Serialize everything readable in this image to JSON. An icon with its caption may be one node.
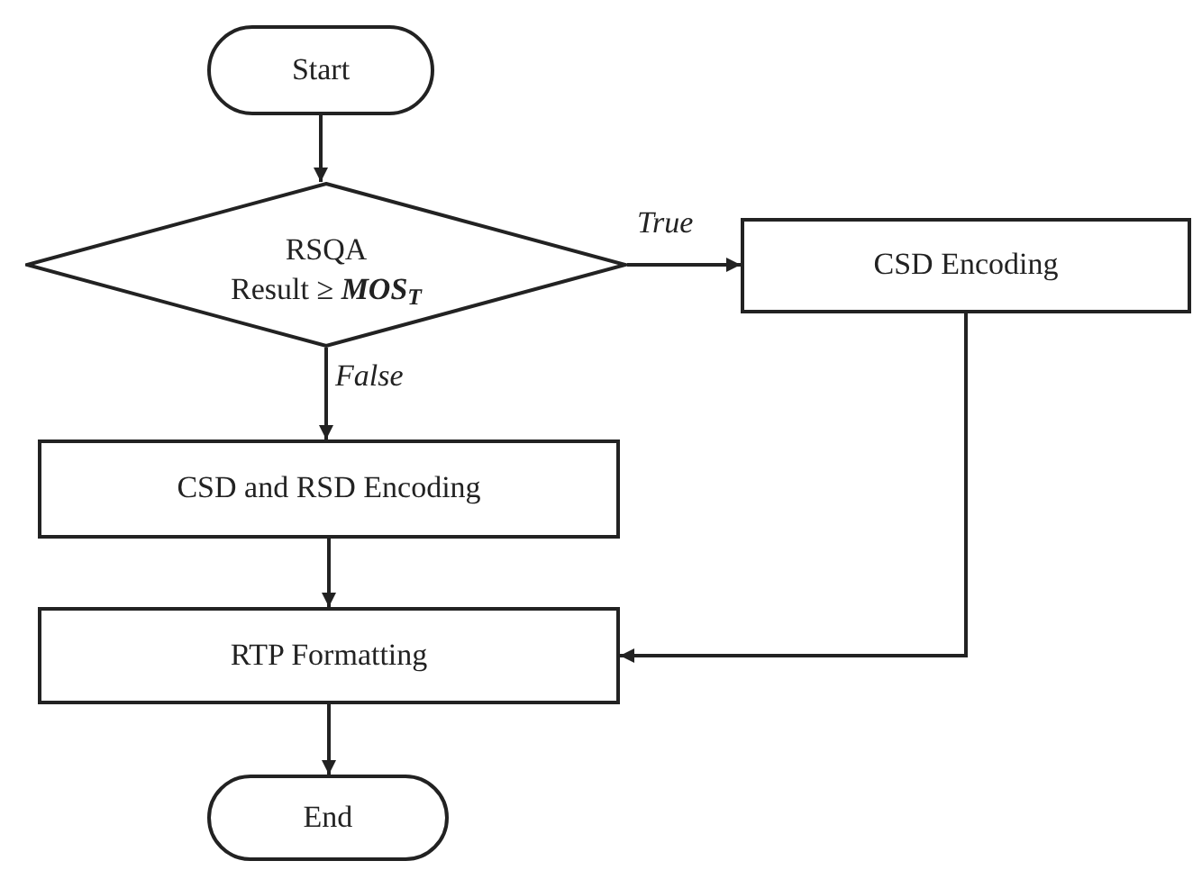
{
  "diagram": {
    "nodes": [
      {
        "text": [
          "Start"
        ]
      },
      {
        "text": [
          "RSQA",
          "Result ≥ **MOS**$_{T}$"
        ]
      },
      {
        "text": [
          "CSD Encoding"
        ]
      },
      {
        "text": [
          "CSD and RSD Encoding"
        ]
      },
      {
        "text": [
          "RTP Formatting"
        ]
      },
      {
        "text": [
          "End"
        ]
      }
    ],
    "edges": [
      {
        "from": 0,
        "to": 1,
        "arrow": "to"
      },
      {
        "from": 1,
        "to": 2,
        "arrow": "to",
        "label": "True"
      },
      {
        "from": 1,
        "to": 3,
        "arrow": "to",
        "label": "False"
      },
      {
        "from": 3,
        "to": 4,
        "arrow": "to"
      },
      {
        "from": 2,
        "to": 4,
        "arrow": "to"
      },
      {
        "from": 4,
        "to": 5,
        "arrow": "to"
      }
    ]
  }
}
